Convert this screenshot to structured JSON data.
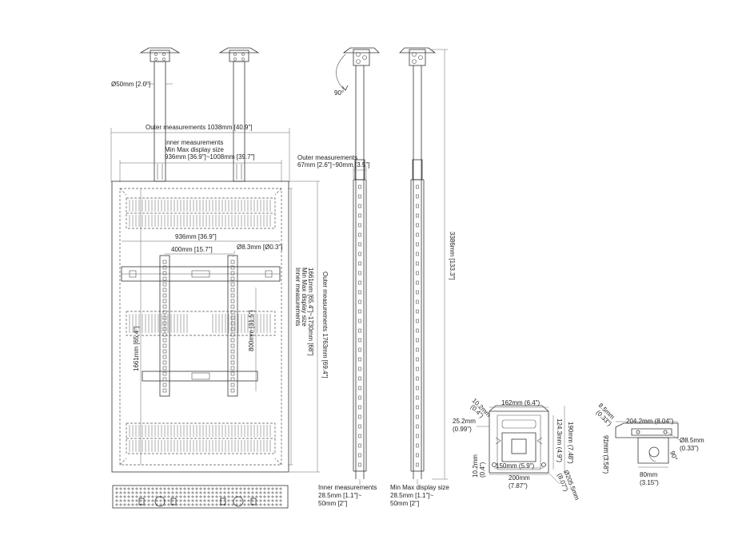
{
  "labels": {
    "pole_dia": "Ø50mm [2.0\"]",
    "outer_width": "Outer measurements 1038mm [40.9\"]",
    "inner_title": "Inner measurements",
    "inner_minmax": "Min Max display size",
    "inner_range": "936mm [36.9\"]~1008mm [39.7\"]",
    "width_936": "936mm [36.9\"]",
    "width_400": "400mm [15.7\"]",
    "hole_dia": "Ø8.3mm [Ø0.3\"]",
    "h_1661": "1661mm [65.4\"]",
    "h_800": "800mm [31.5\"]",
    "v_inner_title": "Inner measurements",
    "v_inner_minmax": "Min Max display size",
    "v_inner_range": "1661mm [65.4\"]~1730mm [68\"]",
    "v_outer": "Outer measurements 1763mm [69.4\"]",
    "angle": "90°",
    "side_outer_title": "Outer measurements",
    "side_outer_range": "67mm [2.6\"]~90mm [3.5\"]",
    "total_height": "3386mm [133.3\"]",
    "bottom_inner_title": "Inner measurements",
    "bottom_inner_a": "28.5mm [1.1\"]~",
    "bottom_inner_b": "50mm [2\"]",
    "bottom_min_title": "Min Max display size",
    "bottom_min_a": "28.5mm [1.1\"]~",
    "bottom_min_b": "50mm [2\"]",
    "p1_10_2a": "10.2mm",
    "p1_10_2a_in": "(0.4\")",
    "p1_162": "162mm (6.4\")",
    "p1_25_2": "25.2mm",
    "p1_25_2_in": "(0.99\")",
    "p1_124_3": "124.3mm (4.9\")",
    "p1_190": "190mm (7.48\")",
    "p1_10_2b": "10.2mm",
    "p1_10_2b_in": "(0.4\")",
    "p1_150": "150mm (5.9\")",
    "p1_200": "200mm",
    "p1_200_in": "(7.87\")",
    "p1_205": "Ø205.5mm",
    "p1_205_in": "(8.07\")",
    "p2_8_5a": "8.5mm",
    "p2_8_5a_in": "(0.33\")",
    "p2_204": "204.2mm (8.04\")",
    "p2_hole": "Ø8.5mm",
    "p2_hole_in": "(0.33\")",
    "p2_91": "91mm (3.58\")",
    "p2_80": "80mm",
    "p2_80_in": "(3.15\")",
    "p2_angle": "90°"
  }
}
